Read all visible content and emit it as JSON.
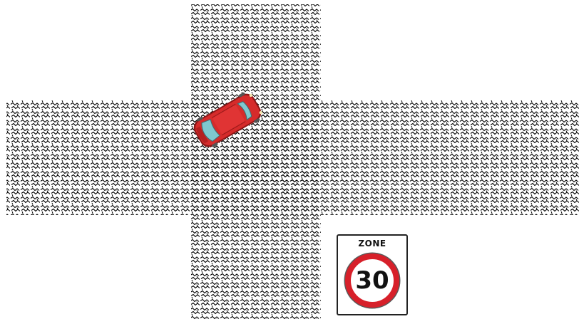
{
  "scene": {
    "background_color": "#ffffff",
    "road_color": "#ffffff",
    "road_pattern_color": "#000000",
    "road_pattern": "zigzag-hatching"
  },
  "car": {
    "icon": "red-car-top-view-icon",
    "body_color": "#d62b2b",
    "window_color": "#7fc8cf",
    "heading": "up-right"
  },
  "sign": {
    "icon": "zone-30-speed-limit-sign-icon",
    "zone_label": "ZONE",
    "speed": "30",
    "ring_color": "#d7202a"
  }
}
